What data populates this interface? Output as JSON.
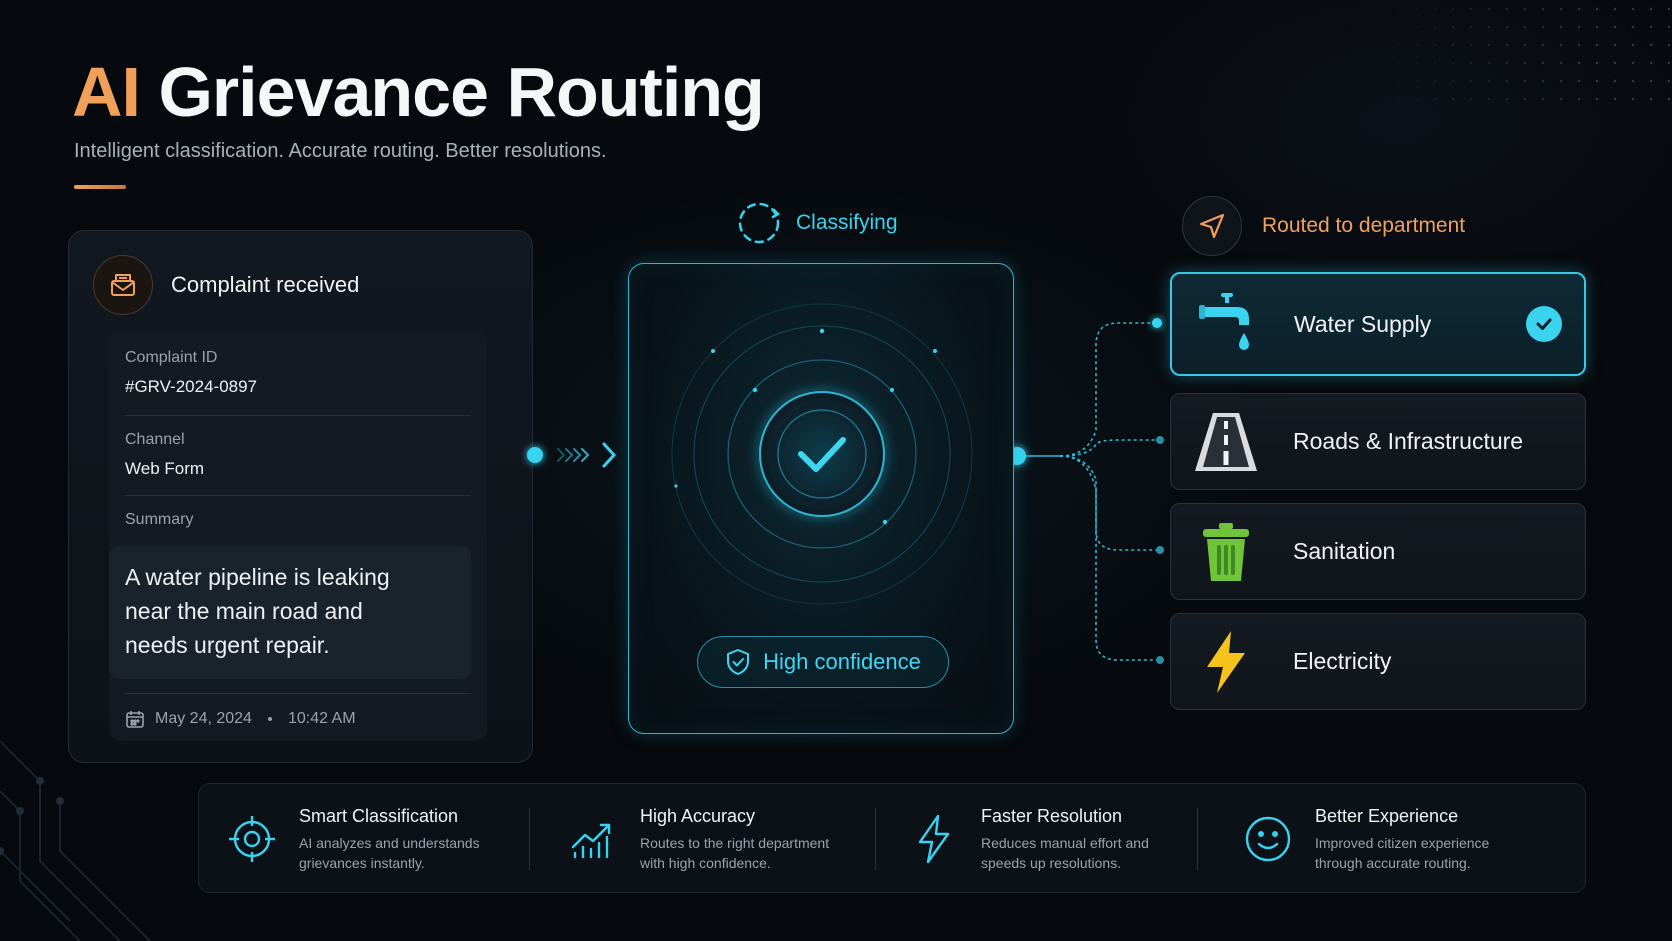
{
  "header": {
    "title_accent": "AI",
    "title_rest": "Grievance Routing",
    "subtitle": "Intelligent classification. Accurate routing. Better resolutions."
  },
  "complaint": {
    "heading": "Complaint received",
    "id_label": "Complaint ID",
    "id_value": "#GRV-2024-0897",
    "channel_label": "Channel",
    "channel_value": "Web Form",
    "summary_label": "Summary",
    "summary_lines": [
      "A water pipeline is leaking",
      "near the main road and",
      "needs urgent repair."
    ],
    "date": "May 24, 2024",
    "time": "10:42 AM"
  },
  "classify": {
    "label": "Classifying",
    "confidence": "High confidence"
  },
  "routing": {
    "label": "Routed to department",
    "departments": [
      {
        "label": "Water Supply",
        "icon": "water-tap-icon",
        "selected": true
      },
      {
        "label": "Roads & Infrastructure",
        "icon": "road-icon",
        "selected": false
      },
      {
        "label": "Sanitation",
        "icon": "trash-bin-icon",
        "selected": false
      },
      {
        "label": "Electricity",
        "icon": "lightning-icon",
        "selected": false
      }
    ]
  },
  "benefits": [
    {
      "title": "Smart Classification",
      "desc": [
        "AI analyzes and understands",
        "grievances instantly."
      ],
      "icon": "target-icon"
    },
    {
      "title": "High Accuracy",
      "desc": [
        "Routes to the right department",
        "with high confidence."
      ],
      "icon": "chart-growth-icon"
    },
    {
      "title": "Faster Resolution",
      "desc": [
        "Reduces manual effort and",
        "speeds up resolutions."
      ],
      "icon": "lightning-icon"
    },
    {
      "title": "Better Experience",
      "desc": [
        "Improved citizen experience",
        "through accurate routing."
      ],
      "icon": "smile-icon"
    }
  ],
  "colors": {
    "accent_orange": "#f0a05a",
    "accent_cyan": "#37d3f0",
    "background": "#06090d"
  }
}
